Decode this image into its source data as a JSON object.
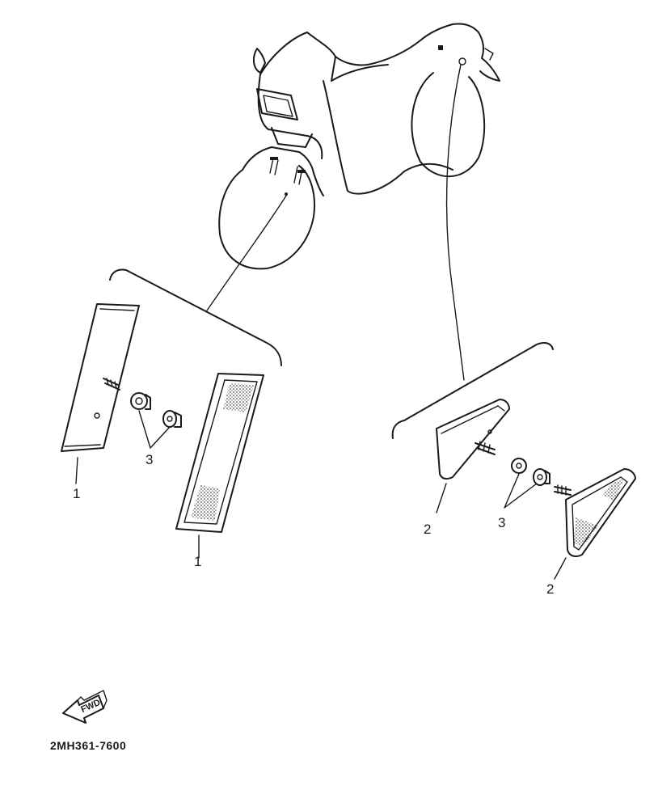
{
  "diagram": {
    "part_number": "2MH361-7600",
    "fwd_label": "FWD",
    "callouts": {
      "front_reflector_top": "1",
      "front_reflector_bottom": "1",
      "rear_reflector_left": "2",
      "rear_reflector_right": "2",
      "front_nuts": "3",
      "rear_nuts": "3"
    }
  }
}
